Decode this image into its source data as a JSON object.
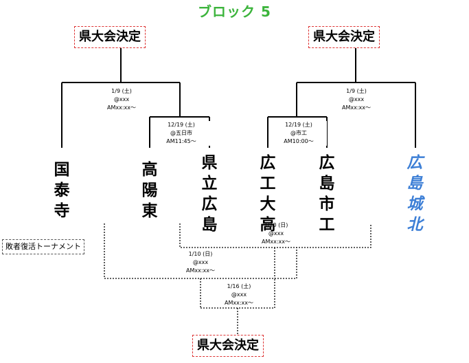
{
  "title": "ブロック 5",
  "qualify_label": "県大会決定",
  "repechage_label": "敗者復活トーナメント",
  "teams": [
    {
      "name": "国泰寺",
      "color": "#000000"
    },
    {
      "name": "高陽東",
      "color": "#000000"
    },
    {
      "name": "県立広島",
      "color": "#000000"
    },
    {
      "name": "広工大高",
      "color": "#000000"
    },
    {
      "name": "広島市工",
      "color": "#000000"
    },
    {
      "name": "広島城北",
      "color": "#3d7fd6"
    }
  ],
  "matches": {
    "m1": {
      "date": "1/9 (土)",
      "venue": "@xxx",
      "time": "AMxx:xx〜"
    },
    "m2": {
      "date": "12/19 (土)",
      "venue": "@五日市",
      "time": "AM11:45〜"
    },
    "m3": {
      "date": "12/19 (土)",
      "venue": "@市工",
      "time": "AM10:00〜"
    },
    "m4": {
      "date": "1/9 (土)",
      "venue": "@xxx",
      "time": "AMxx:xx〜"
    },
    "r1": {
      "date": "1/10 (日)",
      "venue": "@xxx",
      "time": "AMxx:xx〜"
    },
    "r2": {
      "date": "1/10 (日)",
      "venue": "@xxx",
      "time": "AMxx:xx〜"
    },
    "r3": {
      "date": "1/16 (土)",
      "venue": "@xxx",
      "time": "AMxx:xx〜"
    }
  }
}
